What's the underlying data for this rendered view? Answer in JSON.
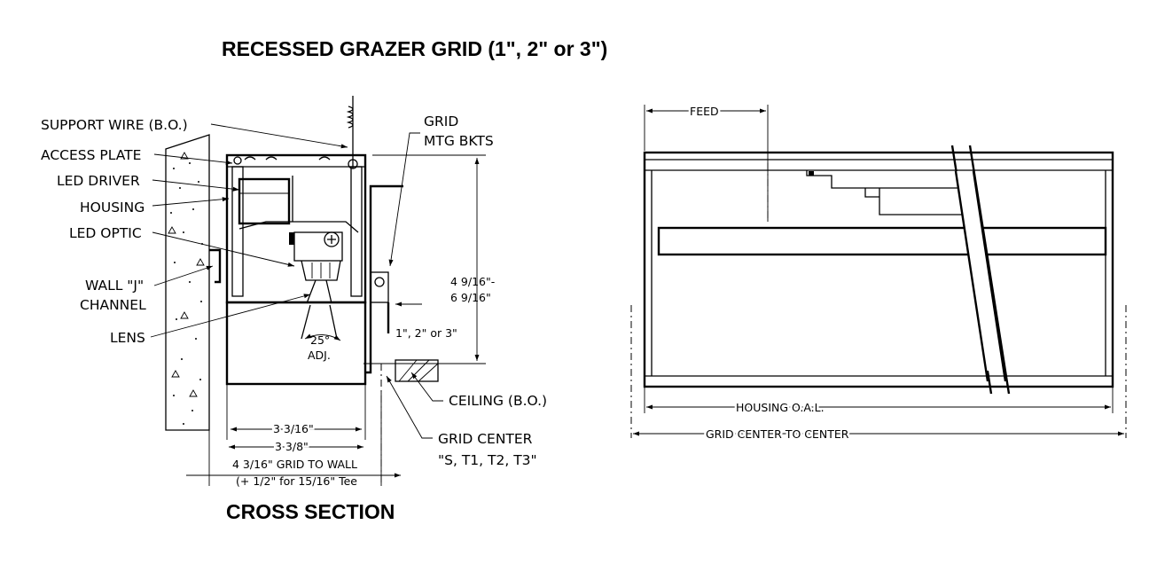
{
  "title": "RECESSED GRAZER GRID (1\", 2\" or 3\")",
  "cross_section_title": "CROSS SECTION",
  "callouts": {
    "support_wire": "SUPPORT WIRE (B.O.)",
    "access_plate": "ACCESS PLATE",
    "led_driver": "LED DRIVER",
    "housing": "HOUSING",
    "led_optic": "LED OPTIC",
    "wall_j_line1": "WALL \"J\"",
    "wall_j_line2": "CHANNEL",
    "lens": "LENS",
    "grid_mtg_line1": "GRID",
    "grid_mtg_line2": "MTG BKTS",
    "ceiling": "CEILING (B.O.)",
    "grid_center_line1": "GRID CENTER",
    "grid_center_line2": "\"S, T1, T2, T3\""
  },
  "dimensions": {
    "height_line1": "4 9/16\"-",
    "height_line2": "6 9/16\"",
    "grid_size": "1\", 2\" or 3\"",
    "angle": "25°",
    "angle_adj": "ADJ.",
    "width_inner": "3 3/16\"",
    "width_outer": "3 3/8\"",
    "grid_to_wall": "4 3/16\" GRID TO WALL",
    "tee_note": "(+ 1/2\" for 15/16\" Tee"
  },
  "side_view": {
    "feed": "FEED",
    "housing_oal": "HOUSING O.A.L.",
    "grid_center_to_center": "GRID CENTER TO CENTER"
  }
}
